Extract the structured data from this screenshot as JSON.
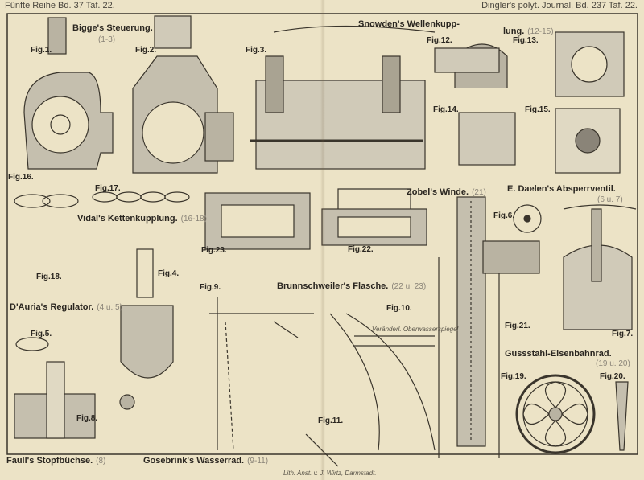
{
  "header": {
    "left": "Fünfte Reihe Bd. 37 Taf. 22.",
    "right": "Dingler's polyt. Journal, Bd. 237 Taf. 22."
  },
  "titles": [
    {
      "name": "Bigge's Steuerung.",
      "ref": "(1-3)"
    },
    {
      "name": "Snowden's Wellenkupp-",
      "cont": "lung.",
      "ref": "(12-15)"
    },
    {
      "name": "Vidal's Kettenkupplung.",
      "ref": "(16-18)"
    },
    {
      "name": "Zobel's Winde.",
      "ref": "(21)"
    },
    {
      "name": "E. Daelen's Absperrventil.",
      "ref": "(6 u. 7)"
    },
    {
      "name": "Brunnschweiler's Flasche.",
      "ref": "(22 u. 23)"
    },
    {
      "name": "D'Auria's Regulator.",
      "ref": "(4 u. 5)"
    },
    {
      "name": "Gussstahl-Eisenbahnrad.",
      "ref": "(19 u. 20)"
    },
    {
      "name": "Faull's Stopfbüchse.",
      "ref": "(8)"
    },
    {
      "name": "Gosebrink's Wasserrad.",
      "ref": "(9-11)"
    }
  ],
  "figs": [
    "Fig.1.",
    "Fig.2.",
    "Fig.3.",
    "Fig.12.",
    "Fig.13.",
    "Fig.14.",
    "Fig.15.",
    "Fig.16.",
    "Fig.17.",
    "Fig.23.",
    "Fig.22.",
    "Fig.6.",
    "Fig.18.",
    "Fig.4.",
    "Fig.9.",
    "Fig.10.",
    "Fig.5.",
    "Fig.21.",
    "Fig.7.",
    "Fig.19.",
    "Fig.20.",
    "Fig.8.",
    "Fig.11."
  ],
  "annotations": {
    "fig10_label": "Veränderl. Oberwasserspiegel"
  },
  "footer": "Lith. Anst. v. J. Wirtz, Darmstadt."
}
